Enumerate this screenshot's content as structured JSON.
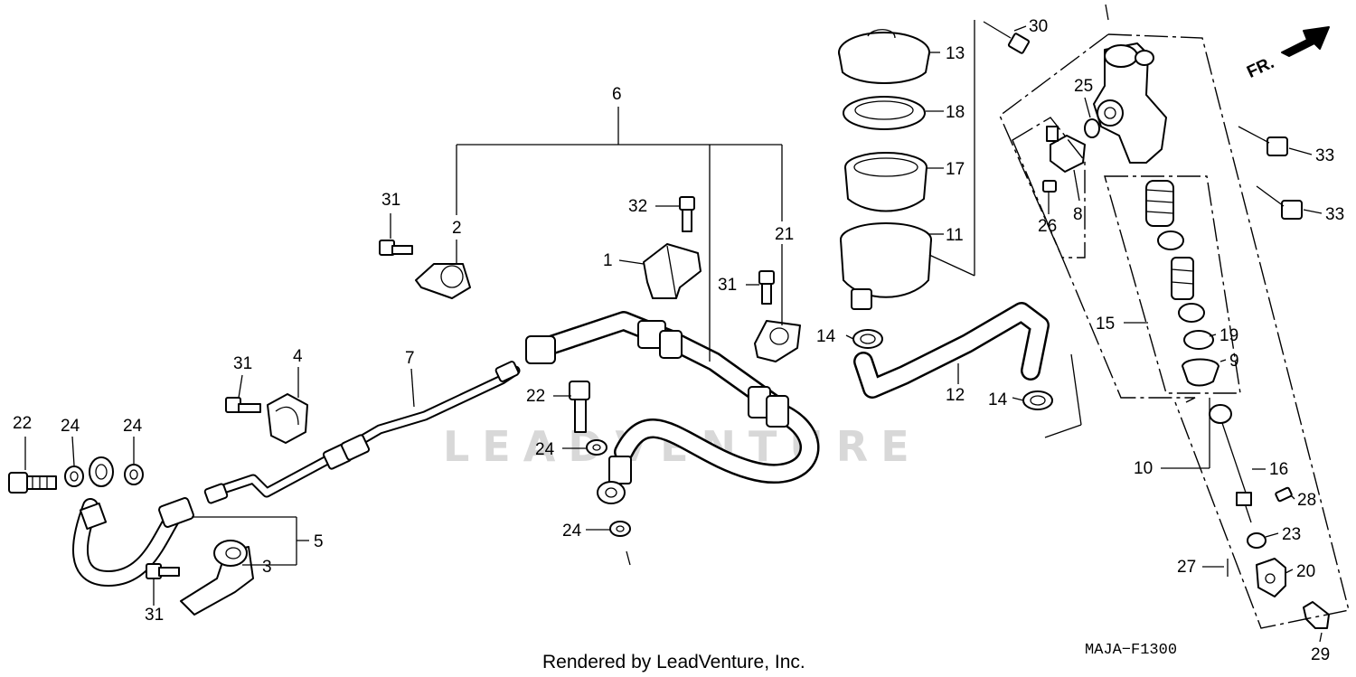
{
  "diagram": {
    "watermark": "LEADVENTURE",
    "footer": "Rendered by LeadVenture, Inc.",
    "code": "MAJA−F1300",
    "front_marker": "FR.",
    "callouts": {
      "c1": "1",
      "c2": "2",
      "c3": "3",
      "c4": "4",
      "c5": "5",
      "c6": "6",
      "c7": "7",
      "c8": "8",
      "c9": "9",
      "c10": "10",
      "c11": "11",
      "c12": "12",
      "c13": "13",
      "c14a": "14",
      "c14b": "14",
      "c15": "15",
      "c16": "16",
      "c17": "17",
      "c18": "18",
      "c19": "19",
      "c20": "20",
      "c21": "21",
      "c22a": "22",
      "c22b": "22",
      "c23": "23",
      "c24a": "24",
      "c24b": "24",
      "c24c": "24",
      "c24d": "24",
      "c25": "25",
      "c26": "26",
      "c27": "27",
      "c28": "28",
      "c29": "29",
      "c30": "30",
      "c31a": "31",
      "c31b": "31",
      "c31c": "31",
      "c31d": "31",
      "c32": "32",
      "c33a": "33",
      "c33b": "33"
    }
  }
}
